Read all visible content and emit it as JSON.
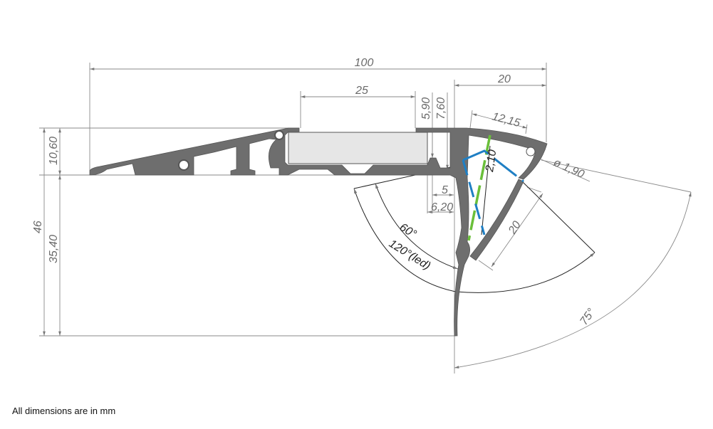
{
  "dimensions": {
    "total_width": "100",
    "insert_width": "25",
    "right_width": "20",
    "d_5_90": "5,90",
    "d_7_60": "7,60",
    "height_top": "10,60",
    "total_height": "46",
    "height_lower": "35,40",
    "d_12_15": "12,15",
    "diameter": "ø 1,90",
    "d_2_10": "2,10",
    "d_5": "5",
    "d_6_20": "6,20",
    "led_width": "20",
    "angle_60": "60°",
    "angle_120": "120°(led)",
    "angle_75": "75°"
  },
  "colors": {
    "profile": "#6e6e6e",
    "insert": "#e6e6e6",
    "green_line": "#6abf3a",
    "blue_line": "#1f7fc4"
  },
  "footer": {
    "note": "All dimensions are in mm"
  }
}
